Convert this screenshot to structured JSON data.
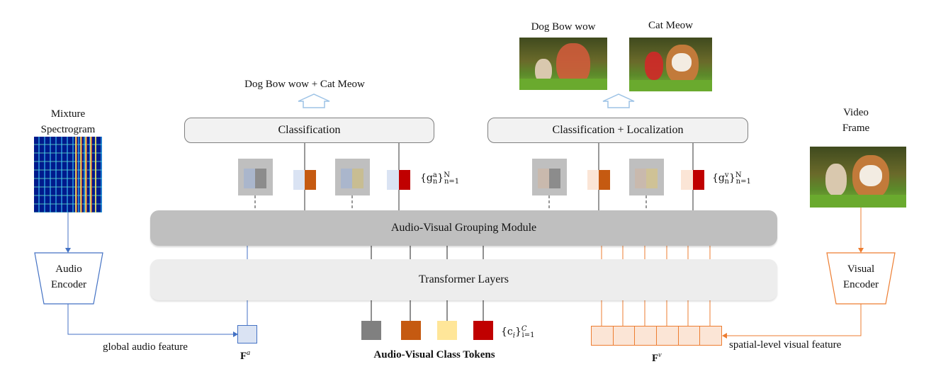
{
  "top_labels": {
    "audio_output": "Dog Bow wow + Cat Meow",
    "dog_output": "Dog Bow wow",
    "cat_output": "Cat Meow"
  },
  "left": {
    "spectrogram_title_1": "Mixture",
    "spectrogram_title_2": "Spectrogram",
    "encoder_line_1": "Audio",
    "encoder_line_2": "Encoder",
    "global_feature_label": "global audio feature",
    "feature_symbol": "F",
    "feature_sup": "a"
  },
  "right": {
    "frame_title_1": "Video",
    "frame_title_2": "Frame",
    "encoder_line_1": "Visual",
    "encoder_line_2": "Encoder",
    "spatial_feature_label": "spatial-level visual feature",
    "feature_symbol": "F",
    "feature_sup": "v"
  },
  "heads": {
    "audio_head": "Classification",
    "visual_head": "Classification + Localization"
  },
  "modules": {
    "grouping": "Audio-Visual Grouping Module",
    "transformer": "Transformer Layers"
  },
  "tokens": {
    "title": "Audio-Visual Class Tokens",
    "colors": [
      "#808080",
      "#c55a11",
      "#ffe699",
      "#c00000"
    ]
  },
  "math": {
    "audio_group": "{g",
    "audio_group_sup": "a",
    "visual_group_sup": "v",
    "group_sub": "n",
    "group_range": "N",
    "group_lower": "n=1",
    "class_token": "{c",
    "class_sub": "i",
    "class_range": "C",
    "class_lower": "i=1"
  }
}
